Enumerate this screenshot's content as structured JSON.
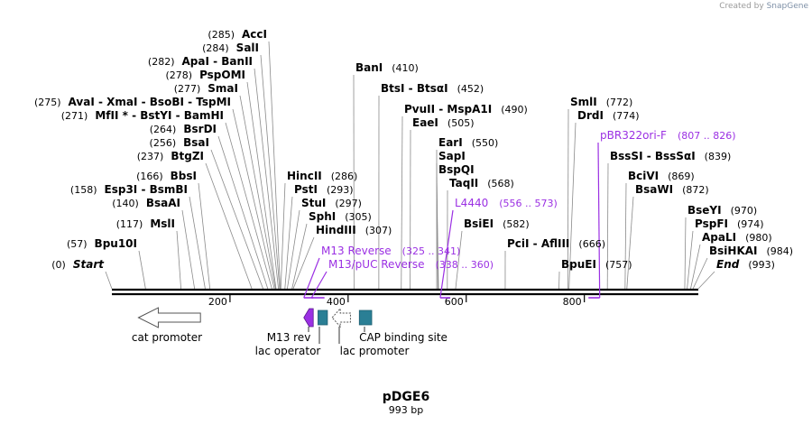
{
  "credit": {
    "prefix": "Created by",
    "brand": "SnapGene"
  },
  "map": {
    "name": "pDGE6",
    "length_label": "993 bp"
  },
  "backbone": {
    "start": 0,
    "end": 993
  },
  "ruler_ticks": [
    {
      "pos": 200,
      "label": "200"
    },
    {
      "pos": 400,
      "label": "400"
    },
    {
      "pos": 600,
      "label": "600"
    },
    {
      "pos": 800,
      "label": "800"
    }
  ],
  "enzymes": [
    {
      "pos": 0,
      "name": "Start",
      "italic": true,
      "pos_label": "(0)",
      "side": "left"
    },
    {
      "pos": 57,
      "name": "Bpu10I",
      "pos_label": "(57)",
      "side": "left"
    },
    {
      "pos": 117,
      "name": "MslI",
      "pos_label": "(117)",
      "side": "left"
    },
    {
      "pos": 140,
      "name": "BsaAI",
      "pos_label": "(140)",
      "side": "left"
    },
    {
      "pos": 158,
      "name": "Esp3I - BsmBI",
      "pos_label": "(158)",
      "side": "left"
    },
    {
      "pos": 166,
      "name": "BbsI",
      "pos_label": "(166)",
      "side": "left"
    },
    {
      "pos": 237,
      "name": "BtgZI",
      "pos_label": "(237)",
      "side": "left"
    },
    {
      "pos": 256,
      "name": "BsaI",
      "pos_label": "(256)",
      "side": "left"
    },
    {
      "pos": 264,
      "name": "BsrDI",
      "pos_label": "(264)",
      "side": "left"
    },
    {
      "pos": 271,
      "name": "MfII * - BstYI - BamHI",
      "pos_label": "(271)",
      "side": "left"
    },
    {
      "pos": 275,
      "name": "AvaI - XmaI - BsoBI - TspMI",
      "pos_label": "(275)",
      "side": "left"
    },
    {
      "pos": 277,
      "name": "SmaI",
      "pos_label": "(277)",
      "side": "left"
    },
    {
      "pos": 278,
      "name": "PspOMI",
      "pos_label": "(278)",
      "side": "left"
    },
    {
      "pos": 282,
      "name": "ApaI - BanII",
      "pos_label": "(282)",
      "side": "left"
    },
    {
      "pos": 284,
      "name": "SalI",
      "pos_label": "(284)",
      "side": "left"
    },
    {
      "pos": 285,
      "name": "AccI",
      "pos_label": "(285)",
      "side": "left"
    },
    {
      "pos": 286,
      "name": "HincII",
      "pos_label": "(286)",
      "side": "right"
    },
    {
      "pos": 293,
      "name": "PstI",
      "pos_label": "(293)",
      "side": "right"
    },
    {
      "pos": 297,
      "name": "StuI",
      "pos_label": "(297)",
      "side": "right"
    },
    {
      "pos": 305,
      "name": "SphI",
      "pos_label": "(305)",
      "side": "right"
    },
    {
      "pos": 307,
      "name": "HindIII",
      "pos_label": "(307)",
      "side": "right"
    },
    {
      "pos": 410,
      "name": "BanI",
      "pos_label": "(410)",
      "side": "right"
    },
    {
      "pos": 452,
      "name": "BtsI - BtsαI",
      "pos_label": "(452)",
      "side": "right"
    },
    {
      "pos": 490,
      "name": "PvuII - MspA1I",
      "pos_label": "(490)",
      "side": "right"
    },
    {
      "pos": 505,
      "name": "EaeI",
      "pos_label": "(505)",
      "side": "right"
    },
    {
      "pos": 550,
      "name": "EarI",
      "pos_label": "(550)",
      "side": "right"
    },
    {
      "pos": 552,
      "name": "SapI",
      "pos_label": "",
      "side": "right"
    },
    {
      "pos": 553,
      "name": "BspQI",
      "pos_label": "",
      "side": "right"
    },
    {
      "pos": 568,
      "name": "TaqII",
      "pos_label": "(568)",
      "side": "right"
    },
    {
      "pos": 582,
      "name": "BsiEI",
      "pos_label": "(582)",
      "side": "right"
    },
    {
      "pos": 666,
      "name": "PciI - AflIII",
      "pos_label": "(666)",
      "side": "right"
    },
    {
      "pos": 757,
      "name": "BpuEI",
      "pos_label": "(757)",
      "side": "right"
    },
    {
      "pos": 772,
      "name": "SmlI",
      "pos_label": "(772)",
      "side": "right"
    },
    {
      "pos": 774,
      "name": "DrdI",
      "pos_label": "(774)",
      "side": "right"
    },
    {
      "pos": 839,
      "name": "BssSI - BssSαI",
      "pos_label": "(839)",
      "side": "right"
    },
    {
      "pos": 869,
      "name": "BciVI",
      "pos_label": "(869)",
      "side": "right"
    },
    {
      "pos": 872,
      "name": "BsaWI",
      "pos_label": "(872)",
      "side": "right"
    },
    {
      "pos": 970,
      "name": "BseYI",
      "pos_label": "(970)",
      "side": "right"
    },
    {
      "pos": 974,
      "name": "PspFI",
      "pos_label": "(974)",
      "side": "right"
    },
    {
      "pos": 980,
      "name": "ApaLI",
      "pos_label": "(980)",
      "side": "right"
    },
    {
      "pos": 984,
      "name": "BsiHKAI",
      "pos_label": "(984)",
      "side": "right"
    },
    {
      "pos": 993,
      "name": "End",
      "italic": true,
      "pos_label": "(993)",
      "side": "right"
    }
  ],
  "primers": [
    {
      "name": "M13 Reverse",
      "range": "(325 .. 341)",
      "start": 325,
      "end": 341
    },
    {
      "name": "M13/pUC Reverse",
      "range": "(338 .. 360)",
      "start": 338,
      "end": 360
    },
    {
      "name": "L4440",
      "range": "(556 .. 573)",
      "start": 556,
      "end": 573
    },
    {
      "name": "pBR322ori-F",
      "range": "(807 .. 826)",
      "start": 807,
      "end": 826
    }
  ],
  "features": [
    {
      "name": "cat promoter",
      "type": "promoter",
      "start": 45,
      "end": 150,
      "direction": "left"
    },
    {
      "name": "M13 rev",
      "type": "primer_bind",
      "start": 325,
      "end": 341,
      "direction": "left"
    },
    {
      "name": "lac operator",
      "type": "protein_bind",
      "start": 349,
      "end": 365,
      "direction": "none"
    },
    {
      "name": "lac promoter",
      "type": "promoter",
      "start": 373,
      "end": 404,
      "direction": "left"
    },
    {
      "name": "CAP binding site",
      "type": "protein_bind",
      "start": 419,
      "end": 440,
      "direction": "none"
    }
  ],
  "colors": {
    "primer": "#9b30e3",
    "feature_box": "#2a7f95",
    "primer_arrow": "#9b30e3",
    "line": "#000000",
    "leader": "#888888"
  }
}
